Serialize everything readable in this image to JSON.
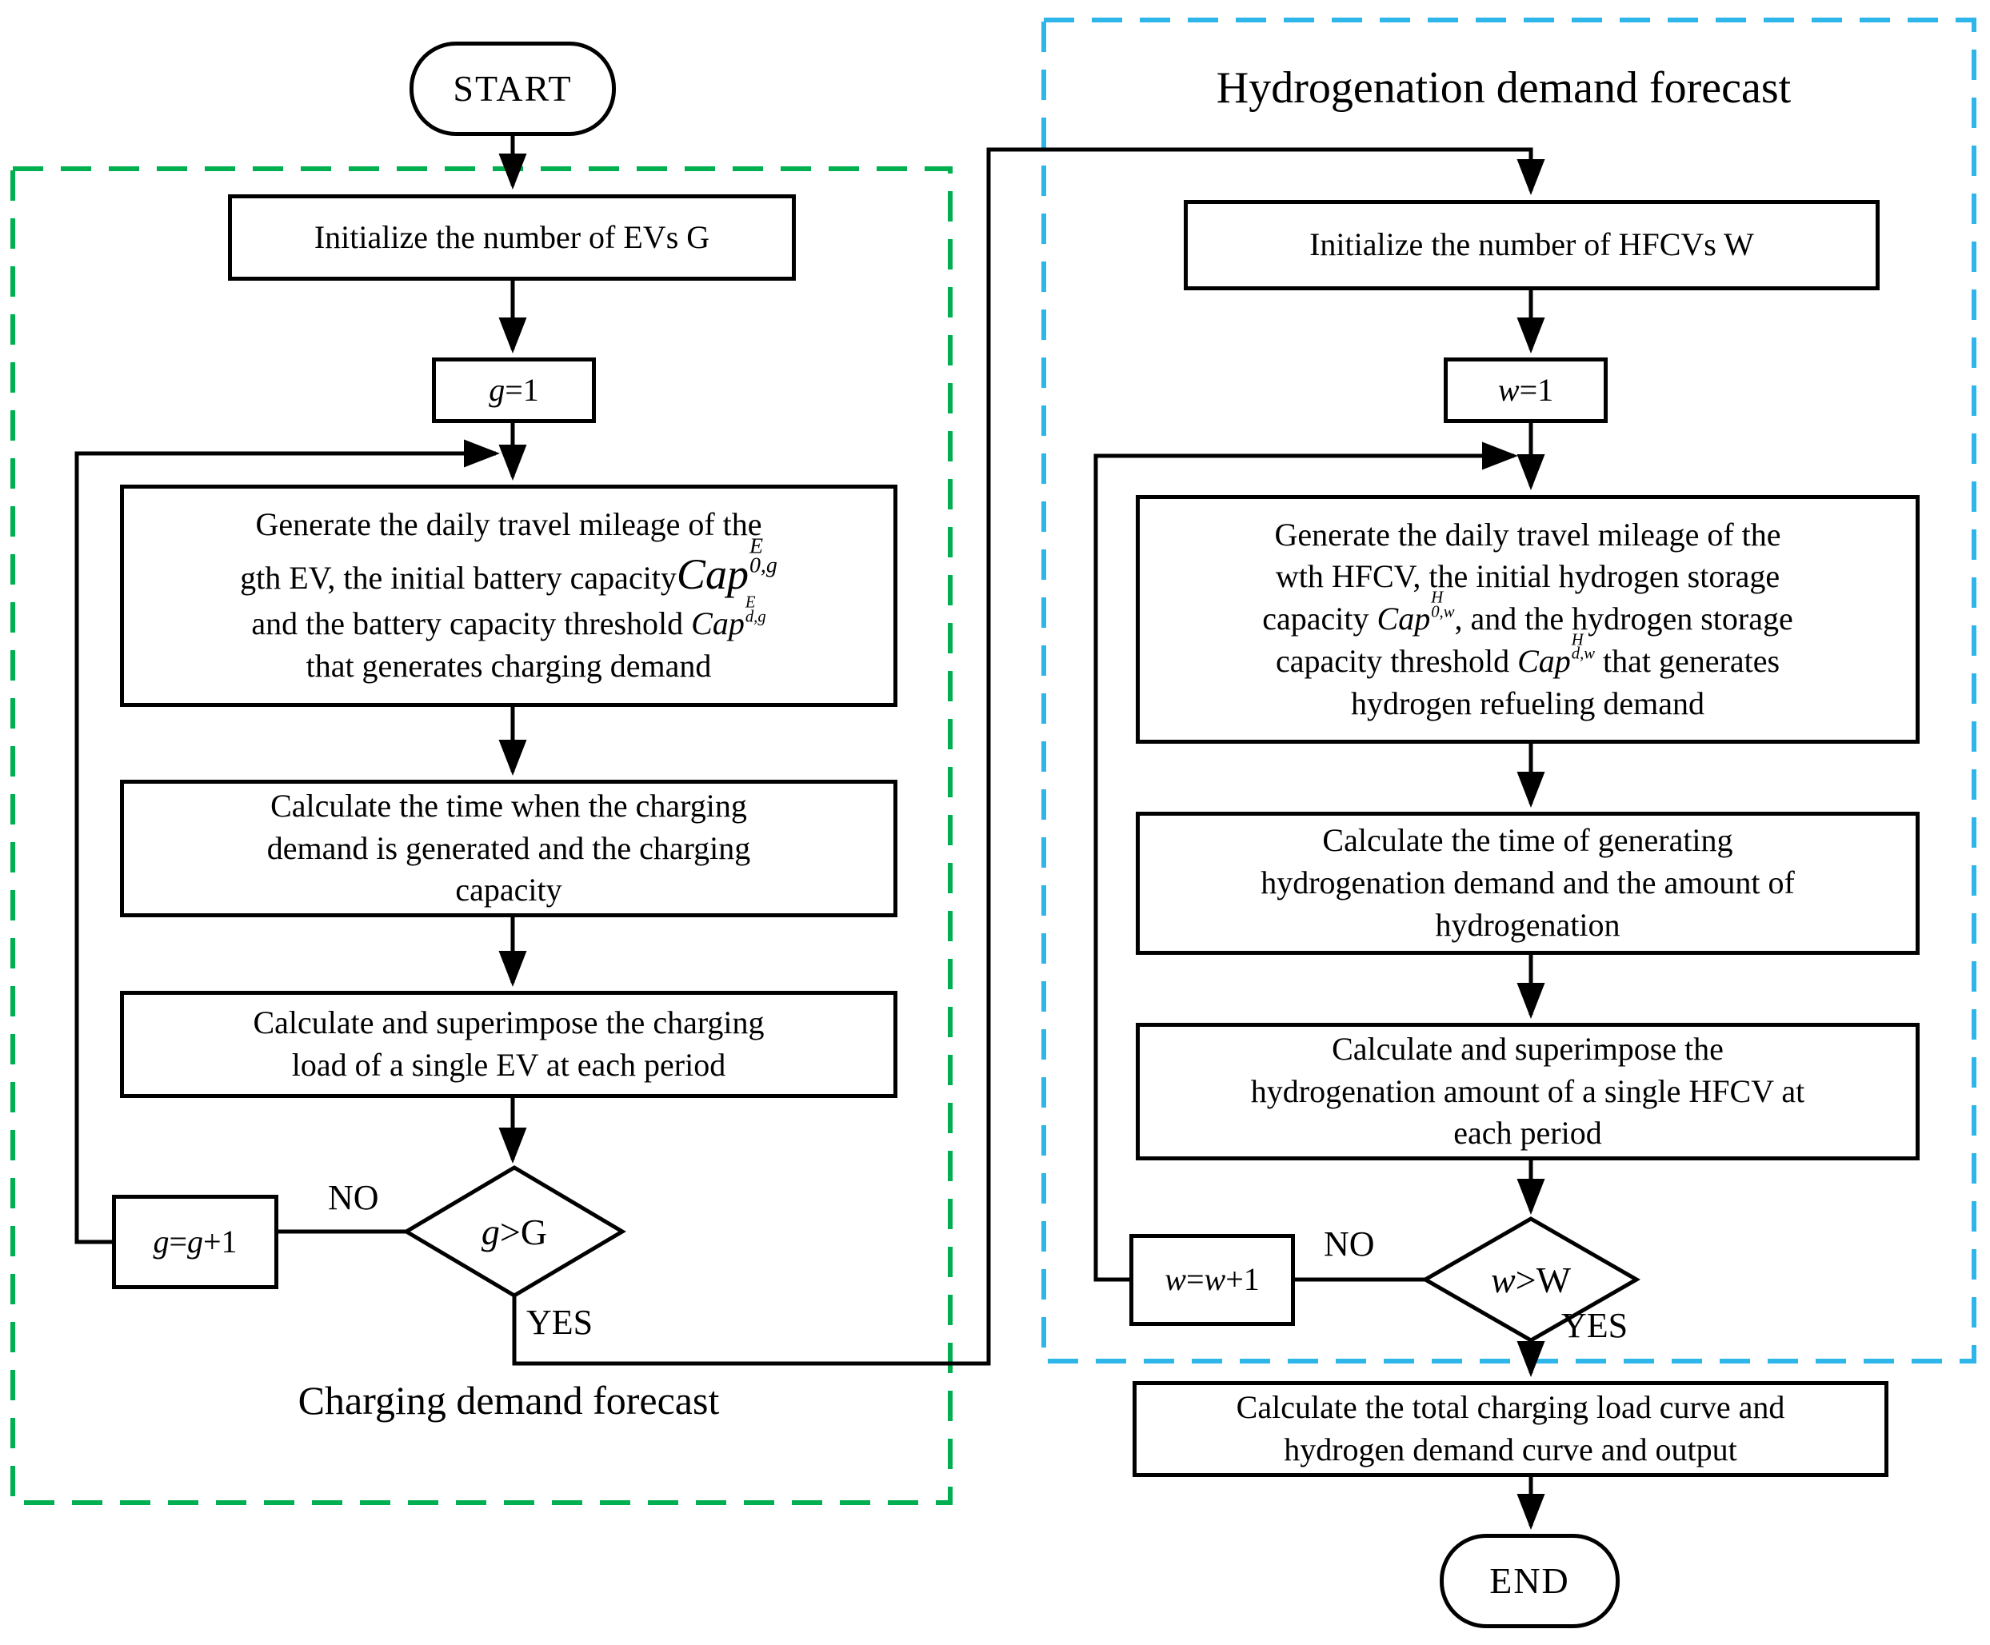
{
  "regions": {
    "charging": {
      "title": "Charging demand forecast",
      "border_color": "#00B050"
    },
    "hydrogenation": {
      "title": "Hydrogenation demand forecast",
      "border_color": "#2EB6EA"
    }
  },
  "nodes": {
    "start": {
      "label": "START"
    },
    "end": {
      "label": "END"
    },
    "init_ev": {
      "label": "Initialize the number of EVs G"
    },
    "g_init": {
      "var": "g",
      "rest": "=1"
    },
    "ev_generate": {
      "line1": "Generate the daily travel mileage of the",
      "line2_pre": "gth EV, the initial battery capacity",
      "cap1": {
        "base": "Cap",
        "sup": "E",
        "sub": "0,g"
      },
      "line3_pre": "and the battery capacity threshold ",
      "cap2": {
        "base": "Cap",
        "sup": "E",
        "sub": "d,g"
      },
      "line4": "that generates charging demand"
    },
    "ev_time": {
      "label": "Calculate the time when the charging\ndemand is generated and the charging\ncapacity"
    },
    "ev_load": {
      "label": "Calculate and superimpose the charging\nload of a single EV at each period"
    },
    "g_check": {
      "var": "g",
      "rest": ">G"
    },
    "g_inc": {
      "v1": "g",
      "op": "=",
      "v2": "g",
      "tail": "+1"
    },
    "init_hfcv": {
      "label": "Initialize the number of HFCVs W"
    },
    "w_init": {
      "var": "w",
      "rest": "=1"
    },
    "hfcv_generate": {
      "line1": "Generate the daily travel mileage of the",
      "line2": "wth HFCV, the initial hydrogen storage",
      "line3_pre": "capacity ",
      "cap1": {
        "base": "Cap",
        "sup": "H",
        "sub": "0,w"
      },
      "line3_post": ", and the hydrogen  storage",
      "line4_pre": "capacity threshold ",
      "cap2": {
        "base": "Cap",
        "sup": "H",
        "sub": "d,w"
      },
      "line4_post": " that generates",
      "line5": "hydrogen refueling demand"
    },
    "hfcv_time": {
      "label": "Calculate the time of generating\nhydrogenation demand and the amount of\nhydrogenation"
    },
    "hfcv_amount": {
      "label": "Calculate and superimpose the\nhydrogenation amount of a single HFCV at\neach period"
    },
    "w_check": {
      "var": "w",
      "rest": ">W"
    },
    "w_inc": {
      "v1": "w",
      "op": "=",
      "v2": "w",
      "tail": "+1"
    },
    "total": {
      "label": "Calculate the total charging load curve and\nhydrogen demand curve and output"
    }
  },
  "edge_labels": {
    "no_left": "NO",
    "yes_left": "YES",
    "no_right": "NO",
    "yes_right": "YES"
  }
}
